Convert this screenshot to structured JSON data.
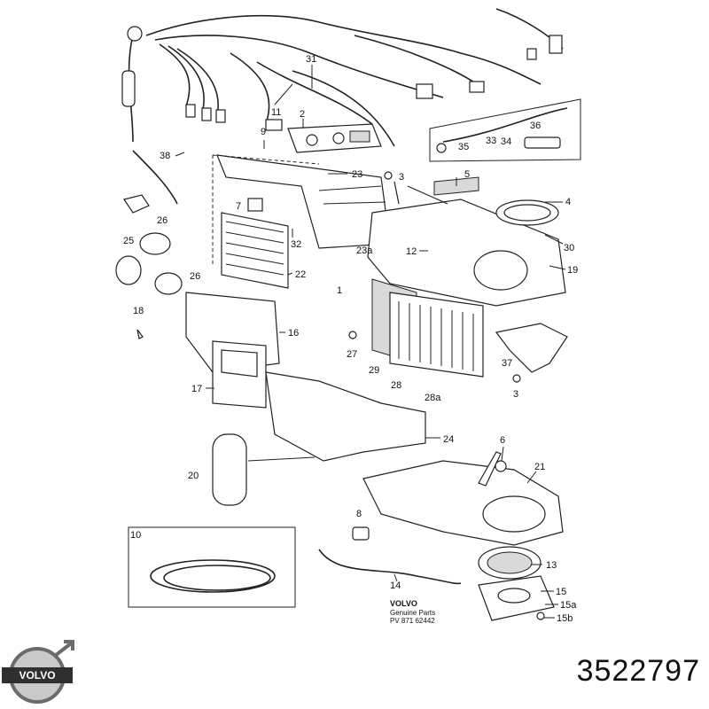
{
  "part_number": "3522797",
  "logo_text": "VOLVO",
  "stamp": {
    "brand": "VOLVO",
    "line1": "Genuine Parts",
    "line2": "PV 871 62442"
  },
  "callouts": [
    "31",
    "11",
    "2",
    "9",
    "38",
    "35",
    "33",
    "34",
    "36",
    "23",
    "3",
    "5",
    "4",
    "7",
    "26",
    "25",
    "32",
    "23a",
    "12",
    "30",
    "19",
    "22",
    "1",
    "26",
    "18",
    "16",
    "27",
    "29",
    "28",
    "28a",
    "37",
    "3",
    "17",
    "24",
    "6",
    "21",
    "20",
    "8",
    "10",
    "13",
    "14",
    "15",
    "15a",
    "15b"
  ]
}
